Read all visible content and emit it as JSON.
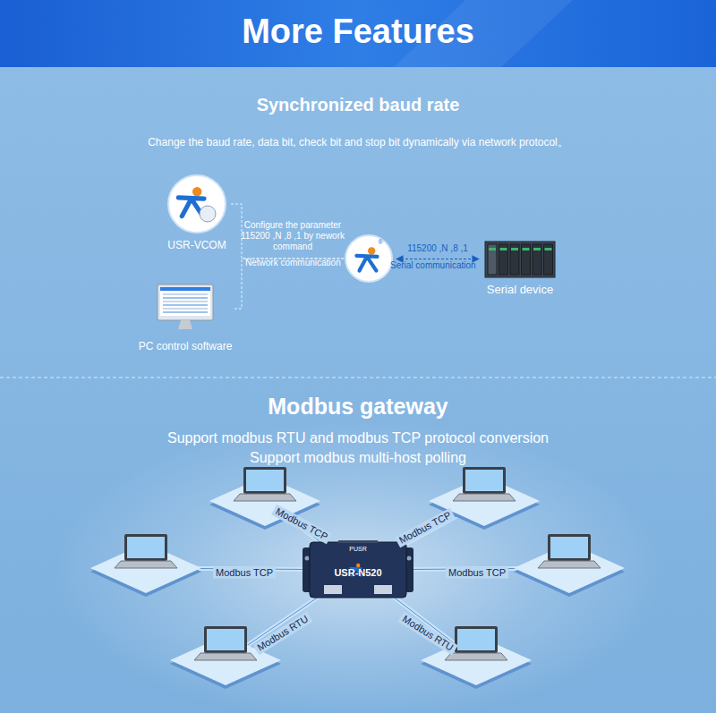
{
  "diagram": {
    "title": "More Features",
    "nodes": [
      {
        "text": [
          "USR-VCOM"
        ]
      },
      {
        "text": [
          "PC control software"
        ]
      },
      {
        "text": [
          "®"
        ]
      },
      {
        "text": [
          "Serial device"
        ]
      },
      {
        "text": [
          "PUSR",
          "USR-N520"
        ]
      }
    ],
    "edges": [
      {
        "from": 0,
        "to": 2,
        "arrow": "none"
      },
      {
        "from": 1,
        "to": 2,
        "arrow": "none"
      },
      {
        "from": 2,
        "to": 3,
        "arrow": "both",
        "label": "115200 ,N ,8 ,1"
      }
    ],
    "labels": [
      "Synchronized baud rate",
      "Change the baud rate, data bit, check bit and stop bit dynamically via network protocol。",
      "Configure the parameter 115200 ,N ,8 ,1 by nework command",
      "Network communication",
      "Serial communication",
      "Modbus gateway",
      "Support modbus RTU and modbus TCP protocol conversion",
      "Support modbus multi-host polling",
      "Modbus TCP",
      "Modbus TCP",
      "Modbus TCP",
      "Modbus TCP",
      "Modbus RTU",
      "Modbus RTU"
    ]
  }
}
